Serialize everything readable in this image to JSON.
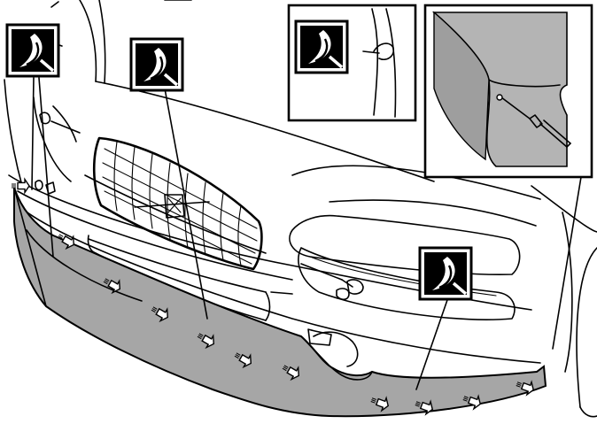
{
  "figure": {
    "subject": "car-front-bumper-lower-spoiler",
    "arrow_direction": "up-right",
    "colors": {
      "line": "#000000",
      "background": "#ffffff",
      "spoiler_fill": "#a6a6a6",
      "detail_fill": "#b4b4b4",
      "marker_fill": "#000000"
    },
    "lubricant_markers": [
      {
        "id": "marker-left",
        "icon": "lubricant-icon"
      },
      {
        "id": "marker-center",
        "icon": "lubricant-icon"
      },
      {
        "id": "marker-right",
        "icon": "lubricant-icon"
      },
      {
        "id": "marker-inset",
        "icon": "lubricant-icon"
      }
    ],
    "insets": [
      {
        "id": "clip-detail-inset",
        "icon": "clip-icon"
      },
      {
        "id": "screw-detail-inset",
        "icon": "screw-icon"
      }
    ]
  }
}
